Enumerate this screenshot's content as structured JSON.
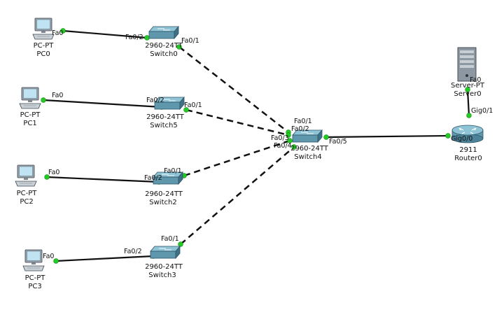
{
  "devices": {
    "pc0": {
      "model": "PC-PT",
      "name": "PC0",
      "icon": "pc-icon"
    },
    "pc1": {
      "model": "PC-PT",
      "name": "PC1",
      "icon": "pc-icon"
    },
    "pc2": {
      "model": "PC-PT",
      "name": "PC2",
      "icon": "pc-icon"
    },
    "pc3": {
      "model": "PC-PT",
      "name": "PC3",
      "icon": "pc-icon"
    },
    "switch0": {
      "model": "2960-24TT",
      "name": "Switch0",
      "icon": "switch-icon"
    },
    "switch5": {
      "model": "2960-24TT",
      "name": "Switch5",
      "icon": "switch-icon"
    },
    "switch2": {
      "model": "2960-24TT",
      "name": "Switch2",
      "icon": "switch-icon"
    },
    "switch3": {
      "model": "2960-24TT",
      "name": "Switch3",
      "icon": "switch-icon"
    },
    "switch4": {
      "model": "2960-24TT",
      "name": "Switch4",
      "icon": "switch-icon"
    },
    "router0": {
      "model": "2911",
      "name": "Router0",
      "icon": "router-icon"
    },
    "server0": {
      "model": "Server-PT",
      "name": "Server0",
      "icon": "server-icon"
    }
  },
  "ports": {
    "pc0_fa0": "Fa0",
    "sw0_fa02": "Fa0/2",
    "sw0_fa01": "Fa0/1",
    "pc1_fa0": "Fa0",
    "sw5_fa02": "Fa0/2",
    "sw5_fa01": "Fa0/1",
    "pc2_fa0": "Fa0",
    "sw2_fa02": "Fa0/2",
    "sw2_fa01": "Fa0/1",
    "pc3_fa0": "Fa0",
    "sw3_fa02": "Fa0/2",
    "sw3_fa01": "Fa0/1",
    "sw4_fa01": "Fa0/1",
    "sw4_fa02": "Fa0/2",
    "sw4_fa03": "Fa0/3",
    "sw4_fa04": "Fa0/4",
    "sw4_fa05": "Fa0/5",
    "r0_gig00": "Gig0/0",
    "r0_gig01": "Gig0/1",
    "srv_fa0": "Fa0"
  },
  "links": [
    {
      "from": "PC0 Fa0",
      "to": "Switch0 Fa0/2",
      "cable": "straight"
    },
    {
      "from": "PC1 Fa0",
      "to": "Switch5 Fa0/2",
      "cable": "straight"
    },
    {
      "from": "PC2 Fa0",
      "to": "Switch2 Fa0/2",
      "cable": "straight"
    },
    {
      "from": "PC3 Fa0",
      "to": "Switch3 Fa0/2",
      "cable": "straight"
    },
    {
      "from": "Switch0 Fa0/1",
      "to": "Switch4 Fa0/1",
      "cable": "crossover"
    },
    {
      "from": "Switch5 Fa0/1",
      "to": "Switch4 Fa0/2",
      "cable": "crossover"
    },
    {
      "from": "Switch2 Fa0/1",
      "to": "Switch4 Fa0/3",
      "cable": "crossover"
    },
    {
      "from": "Switch3 Fa0/1",
      "to": "Switch4 Fa0/4",
      "cable": "crossover"
    },
    {
      "from": "Switch4 Fa0/5",
      "to": "Router0 Gig0/0",
      "cable": "straight"
    },
    {
      "from": "Router0 Gig0/1",
      "to": "Server0 Fa0",
      "cable": "straight"
    }
  ],
  "colors": {
    "link_up": "#22cc22",
    "cable": "#111111",
    "switch_body": "#5f97ad",
    "switch_top": "#8fc3d6"
  }
}
